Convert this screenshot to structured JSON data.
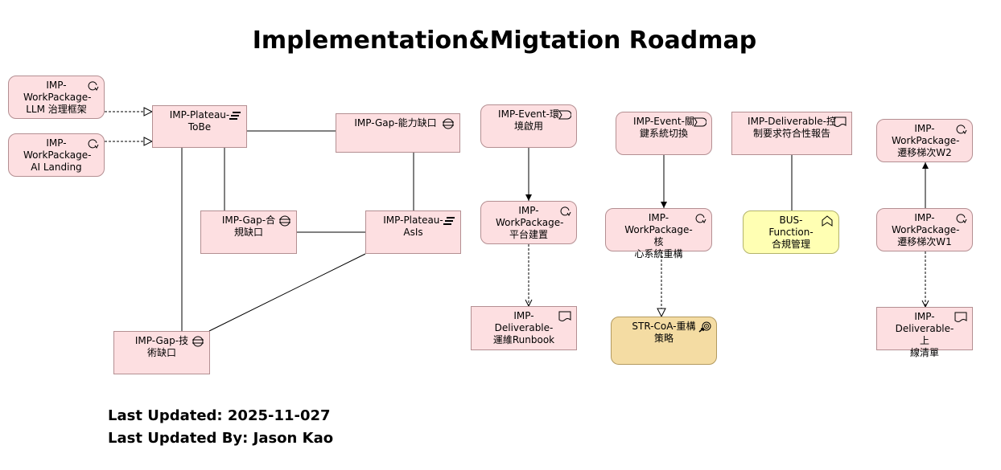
{
  "title": "Implementation&Migtation Roadmap",
  "nodes": {
    "wp_llm": "IMP-\nWorkPackage-\nLLM 治理框架",
    "wp_ai": "IMP-\nWorkPackage-\nAI Landing",
    "plateau_tobe": "IMP-Plateau-\nToBe",
    "gap_capability": "IMP-Gap-能力缺口",
    "gap_compliance": "IMP-Gap-合\n規缺口",
    "plateau_asis": "IMP-Plateau-\nAsIs",
    "gap_tech": "IMP-Gap-技\n術缺口",
    "event_env": "IMP-Event-環\n境啟用",
    "wp_platform": "IMP-\nWorkPackage-\n平台建置",
    "deliv_runbook": "IMP-Deliverable-\n運維Runbook",
    "event_cutover": "IMP-Event-關\n鍵系統切換",
    "wp_core": "IMP-\nWorkPackage-核\n心系統重構",
    "str_coa": "STR-CoA-重構\n策略",
    "deliv_report": "IMP-Deliverable-控\n制要求符合性報告",
    "bus_function": "BUS-Function-\n合規管理",
    "wp_w2": "IMP-\nWorkPackage-\n遷移梯次W2",
    "wp_w1": "IMP-\nWorkPackage-\n遷移梯次W1",
    "deliv_checklist": "IMP-\nDeliverable-上\n線清單"
  },
  "footer": {
    "updated": "Last Updated: 2025-11-027",
    "updated_by": "Last Updated By: Jason Kao"
  }
}
